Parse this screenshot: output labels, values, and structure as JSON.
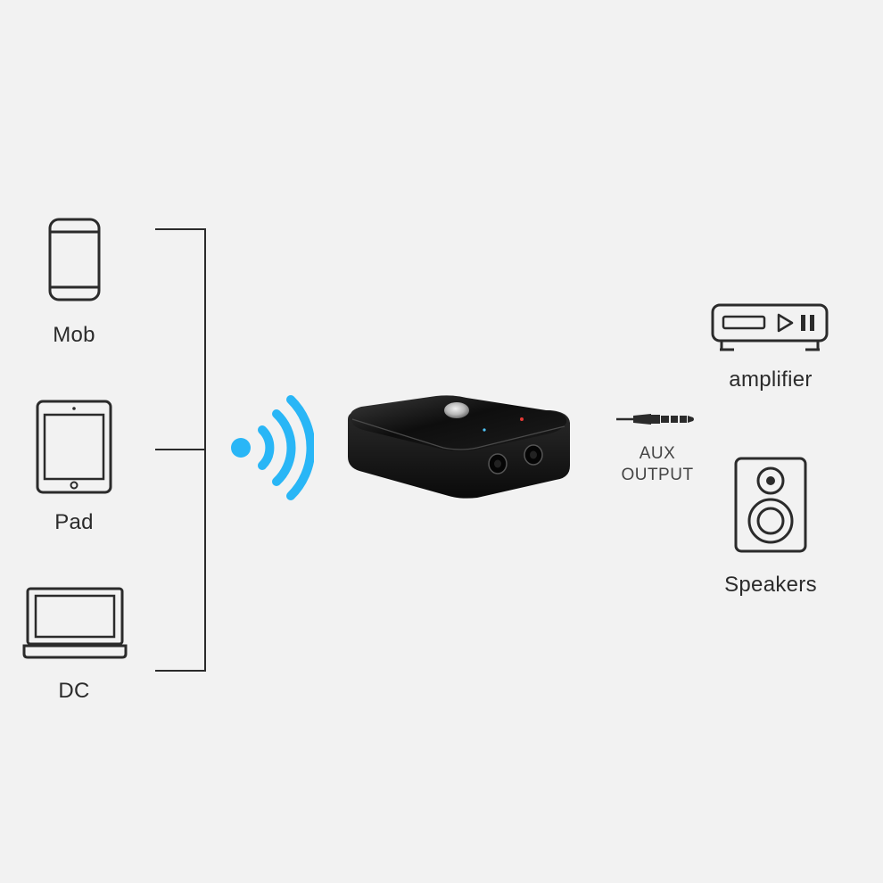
{
  "sources": [
    {
      "label": "Mob",
      "icon": "smartphone-icon"
    },
    {
      "label": "Pad",
      "icon": "tablet-icon"
    },
    {
      "label": "DC",
      "icon": "laptop-icon"
    }
  ],
  "wireless_icon": "wifi-signal-icon",
  "device_icon": "bluetooth-receiver-device",
  "output": {
    "connector_icon": "audio-jack-icon",
    "label_line1": "AUX",
    "label_line2": "OUTPUT"
  },
  "targets": [
    {
      "label": "amplifier",
      "icon": "amplifier-icon"
    },
    {
      "label": "Speakers",
      "icon": "speaker-icon"
    }
  ],
  "colors": {
    "background": "#f2f2f2",
    "line": "#2b2b2b",
    "signal": "#29b6f6",
    "device": "#1a1a1a",
    "led_red": "#e53935",
    "led_blue": "#4fc3f7"
  }
}
